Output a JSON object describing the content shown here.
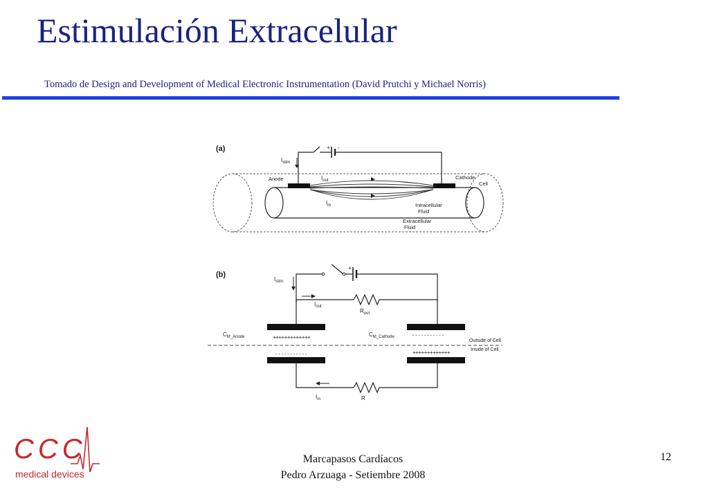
{
  "slide": {
    "title": "Estimulación Extracelular",
    "subtitle": "Tomado de Design and Development of Medical Electronic Instrumentation (David Prutchi y Michael Norris)",
    "accent_color": "#1e40e6",
    "title_color": "#1a237e"
  },
  "figure_a": {
    "panel_label": "(a)",
    "i_stim": "I",
    "i_stim_sub": "stim",
    "battery_plus": "+",
    "battery_minus": "-",
    "anode": "Anode",
    "cathode": "Cathode",
    "cell": "Cell",
    "i_out": "I",
    "i_out_sub": "out",
    "i_in": "I",
    "i_in_sub": "in",
    "intracellular": "Intracellular",
    "intracellular2": "Fluid",
    "extracellular": "Extracellular",
    "extracellular2": "Fluid"
  },
  "figure_b": {
    "panel_label": "(b)",
    "i_stim": "I",
    "i_stim_sub": "stim",
    "battery_plus": "+",
    "i_out": "I",
    "i_out_sub": "out",
    "r_out": "R",
    "r_out_sub": "out",
    "c_anode": "C",
    "c_anode_sub": "M_Anode",
    "c_cathode": "C",
    "c_cathode_sub": "M_Cathode",
    "plus_row": "+++++++++++++",
    "minus_row": "- - - - - - - - - - -",
    "outside": "Outside of Cell",
    "inside": "Inside of Cell",
    "i_in": "I",
    "i_in_sub": "in",
    "r_in": "R"
  },
  "logo": {
    "letters": "CCC",
    "tagline": "medical devices",
    "color": "#c62828"
  },
  "footer": {
    "line1": "Marcapasos Cardíacos",
    "line2": "Pedro Arzuaga - Setiembre 2008",
    "page_number": "12"
  }
}
